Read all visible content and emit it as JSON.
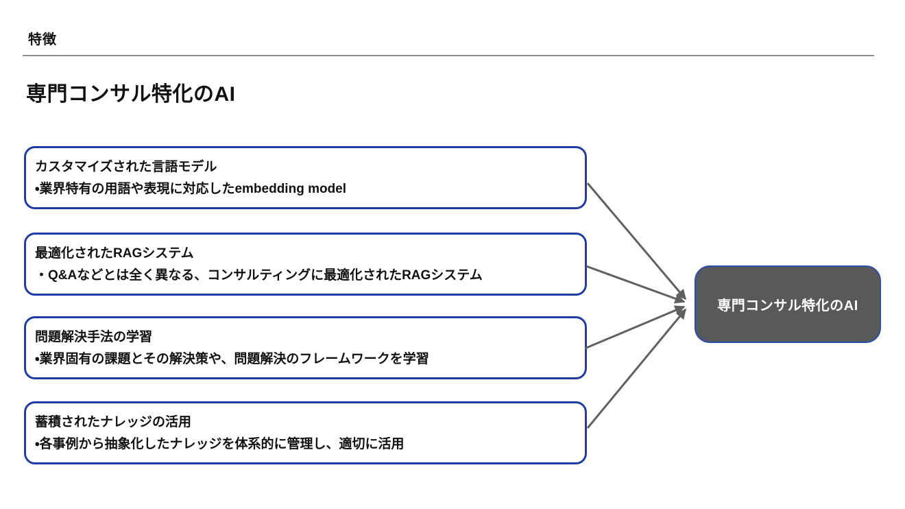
{
  "page": {
    "section_label": "特徴",
    "title": "専門コンサル特化のAI"
  },
  "diagram": {
    "features": [
      {
        "title": "カスタマイズされた言語モデル",
        "bullet": "・業界特有の用語や表現に対応したembedding model"
      },
      {
        "title": "最適化されたRAGシステム",
        "bullet": "・Q&Aなどとは全く異なる、コンサルティングに最適化されたRAGシステム"
      },
      {
        "title": "問題解決手法の学習",
        "bullet": "・業界固有の課題とその解決策や、問題解決のフレームワークを学習"
      },
      {
        "title": "蓄積されたナレッジの活用",
        "bullet": "・各事例から抽象化したナレッジを体系的に管理し、適切に活用"
      }
    ],
    "result": {
      "label": "専門コンサル特化のAI"
    },
    "colors": {
      "box_border": "#1d3ca6",
      "result_fill": "#58595b",
      "result_border": "#2b4cb0",
      "result_text": "#ffffff",
      "arrow": "#5e6062",
      "divider": "#8d8d8d",
      "text": "#111111"
    }
  }
}
